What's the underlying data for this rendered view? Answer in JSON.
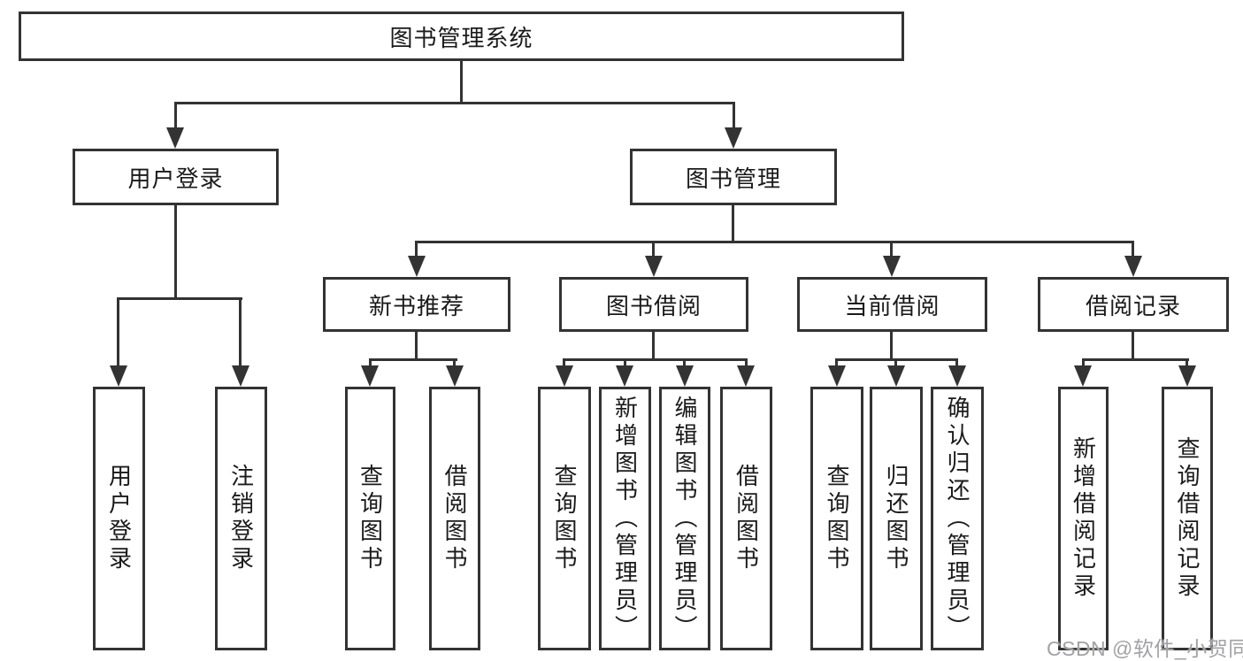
{
  "diagram_title": "图书管理系统",
  "watermark": "CSDN @软件_小贺同学",
  "colors": {
    "line": "#333333",
    "text": "#1a1a1a",
    "background": "#ffffff",
    "watermark": "#a2a2a6"
  },
  "root": {
    "label": "图书管理系统"
  },
  "level2": [
    {
      "label": "用户登录"
    },
    {
      "label": "图书管理"
    }
  ],
  "level3": [
    {
      "label": "新书推荐",
      "parent": "图书管理"
    },
    {
      "label": "图书借阅",
      "parent": "图书管理"
    },
    {
      "label": "当前借阅",
      "parent": "图书管理"
    },
    {
      "label": "借阅记录",
      "parent": "图书管理"
    }
  ],
  "level4": [
    {
      "label": "用户登录",
      "parent": "用户登录"
    },
    {
      "label": "注销登录",
      "parent": "用户登录"
    },
    {
      "label": "查询图书",
      "parent": "新书推荐"
    },
    {
      "label": "借阅图书",
      "parent": "新书推荐"
    },
    {
      "label": "查询图书",
      "parent": "图书借阅"
    },
    {
      "label": "新增图书（管理员）",
      "parent": "图书借阅"
    },
    {
      "label": "编辑图书（管理员）",
      "parent": "图书借阅"
    },
    {
      "label": "借阅图书",
      "parent": "图书借阅"
    },
    {
      "label": "查询图书",
      "parent": "当前借阅"
    },
    {
      "label": "归还图书",
      "parent": "当前借阅"
    },
    {
      "label": "确认归还（管理员）",
      "parent": "当前借阅"
    },
    {
      "label": "新增借阅记录",
      "parent": "借阅记录"
    },
    {
      "label": "查询借阅记录",
      "parent": "借阅记录"
    }
  ]
}
